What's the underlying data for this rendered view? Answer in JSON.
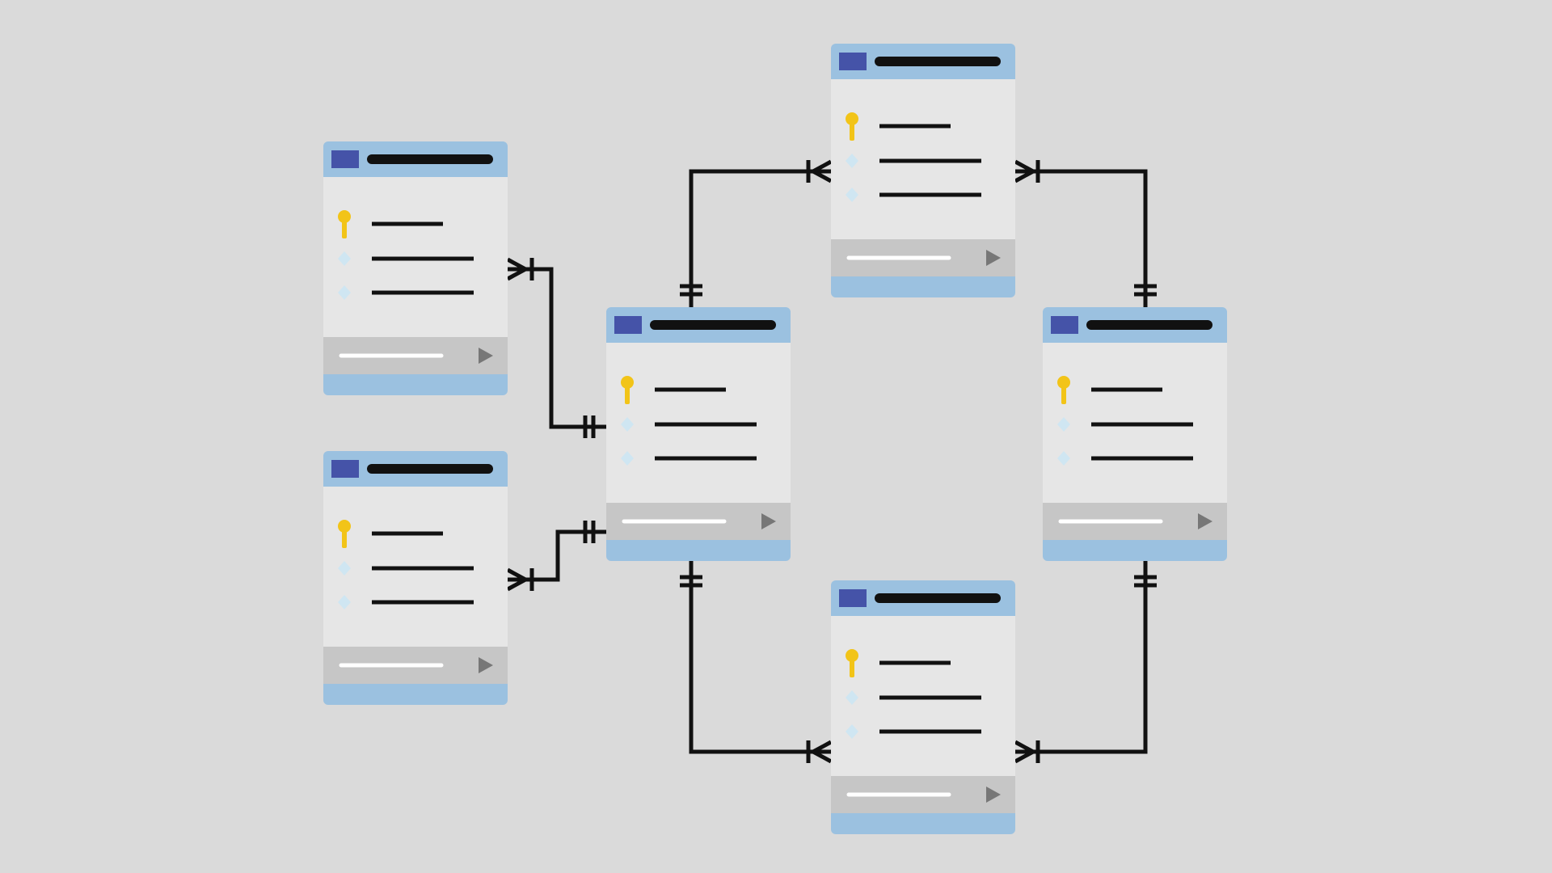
{
  "background_color": "#dadada",
  "colors": {
    "card_header": "#9bc1e0",
    "card_header_badge": "#4553a8",
    "card_body": "#e6e6e6",
    "card_footer": "#c6c6c6",
    "card_bottom_band": "#9bc1e0",
    "text_bar": "#111111",
    "footer_bar": "#ffffff",
    "footer_arrow": "#777777",
    "primary_key": "#f2c418",
    "attribute_diamond": "#cfe6f2",
    "connector": "#111111"
  },
  "icons": {
    "primary_key": "key-icon",
    "attribute": "diamond-icon",
    "footer_action": "play-arrow-icon",
    "header_badge": "table-badge-icon"
  },
  "entities": [
    {
      "id": "left-top"
    },
    {
      "id": "left-bottom"
    },
    {
      "id": "center"
    },
    {
      "id": "top"
    },
    {
      "id": "right"
    },
    {
      "id": "bottom"
    }
  ],
  "relationships": [
    {
      "from": "left-top",
      "to": "center",
      "from_end": "one-or-many",
      "to_end": "exactly-one"
    },
    {
      "from": "left-bottom",
      "to": "center",
      "from_end": "one-or-many",
      "to_end": "exactly-one"
    },
    {
      "from": "center",
      "to": "top",
      "from_end": "exactly-one",
      "to_end": "one-or-many"
    },
    {
      "from": "right",
      "to": "top",
      "from_end": "exactly-one",
      "to_end": "one-or-many"
    },
    {
      "from": "center",
      "to": "bottom",
      "from_end": "exactly-one",
      "to_end": "one-or-many"
    },
    {
      "from": "right",
      "to": "bottom",
      "from_end": "exactly-one",
      "to_end": "one-or-many"
    }
  ]
}
